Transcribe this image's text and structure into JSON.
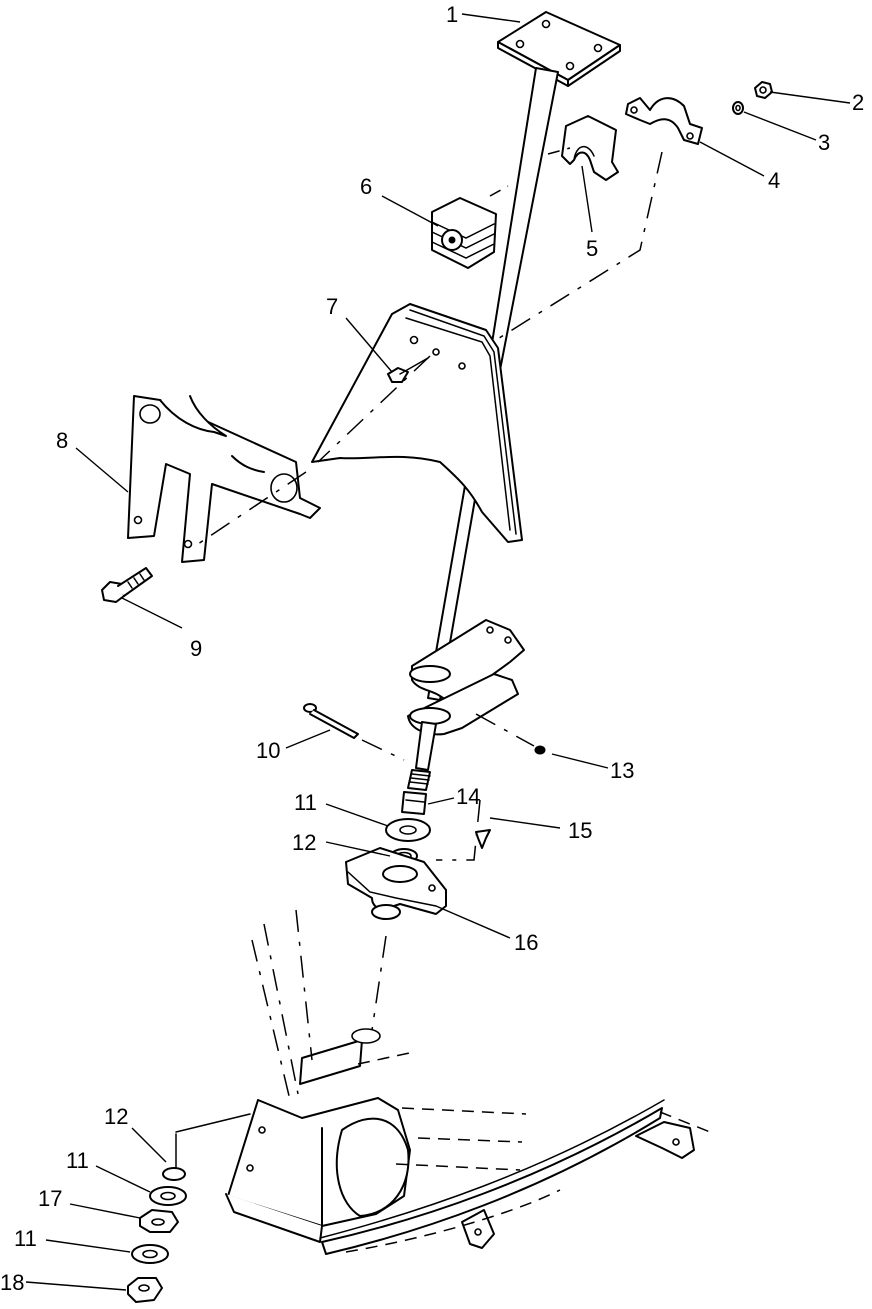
{
  "callouts": [
    {
      "id": "c1",
      "text": "1"
    },
    {
      "id": "c2",
      "text": "2"
    },
    {
      "id": "c3",
      "text": "3"
    },
    {
      "id": "c4",
      "text": "4"
    },
    {
      "id": "c5",
      "text": "5"
    },
    {
      "id": "c6",
      "text": "6"
    },
    {
      "id": "c7",
      "text": "7"
    },
    {
      "id": "c8",
      "text": "8"
    },
    {
      "id": "c9",
      "text": "9"
    },
    {
      "id": "c10",
      "text": "10"
    },
    {
      "id": "c11a",
      "text": "11"
    },
    {
      "id": "c12a",
      "text": "12"
    },
    {
      "id": "c13",
      "text": "13"
    },
    {
      "id": "c14",
      "text": "14"
    },
    {
      "id": "c15",
      "text": "15"
    },
    {
      "id": "c16",
      "text": "16"
    },
    {
      "id": "c12b",
      "text": "12"
    },
    {
      "id": "c11b",
      "text": "11"
    },
    {
      "id": "c17",
      "text": "17"
    },
    {
      "id": "c11c",
      "text": "11"
    },
    {
      "id": "c18",
      "text": "18"
    }
  ]
}
